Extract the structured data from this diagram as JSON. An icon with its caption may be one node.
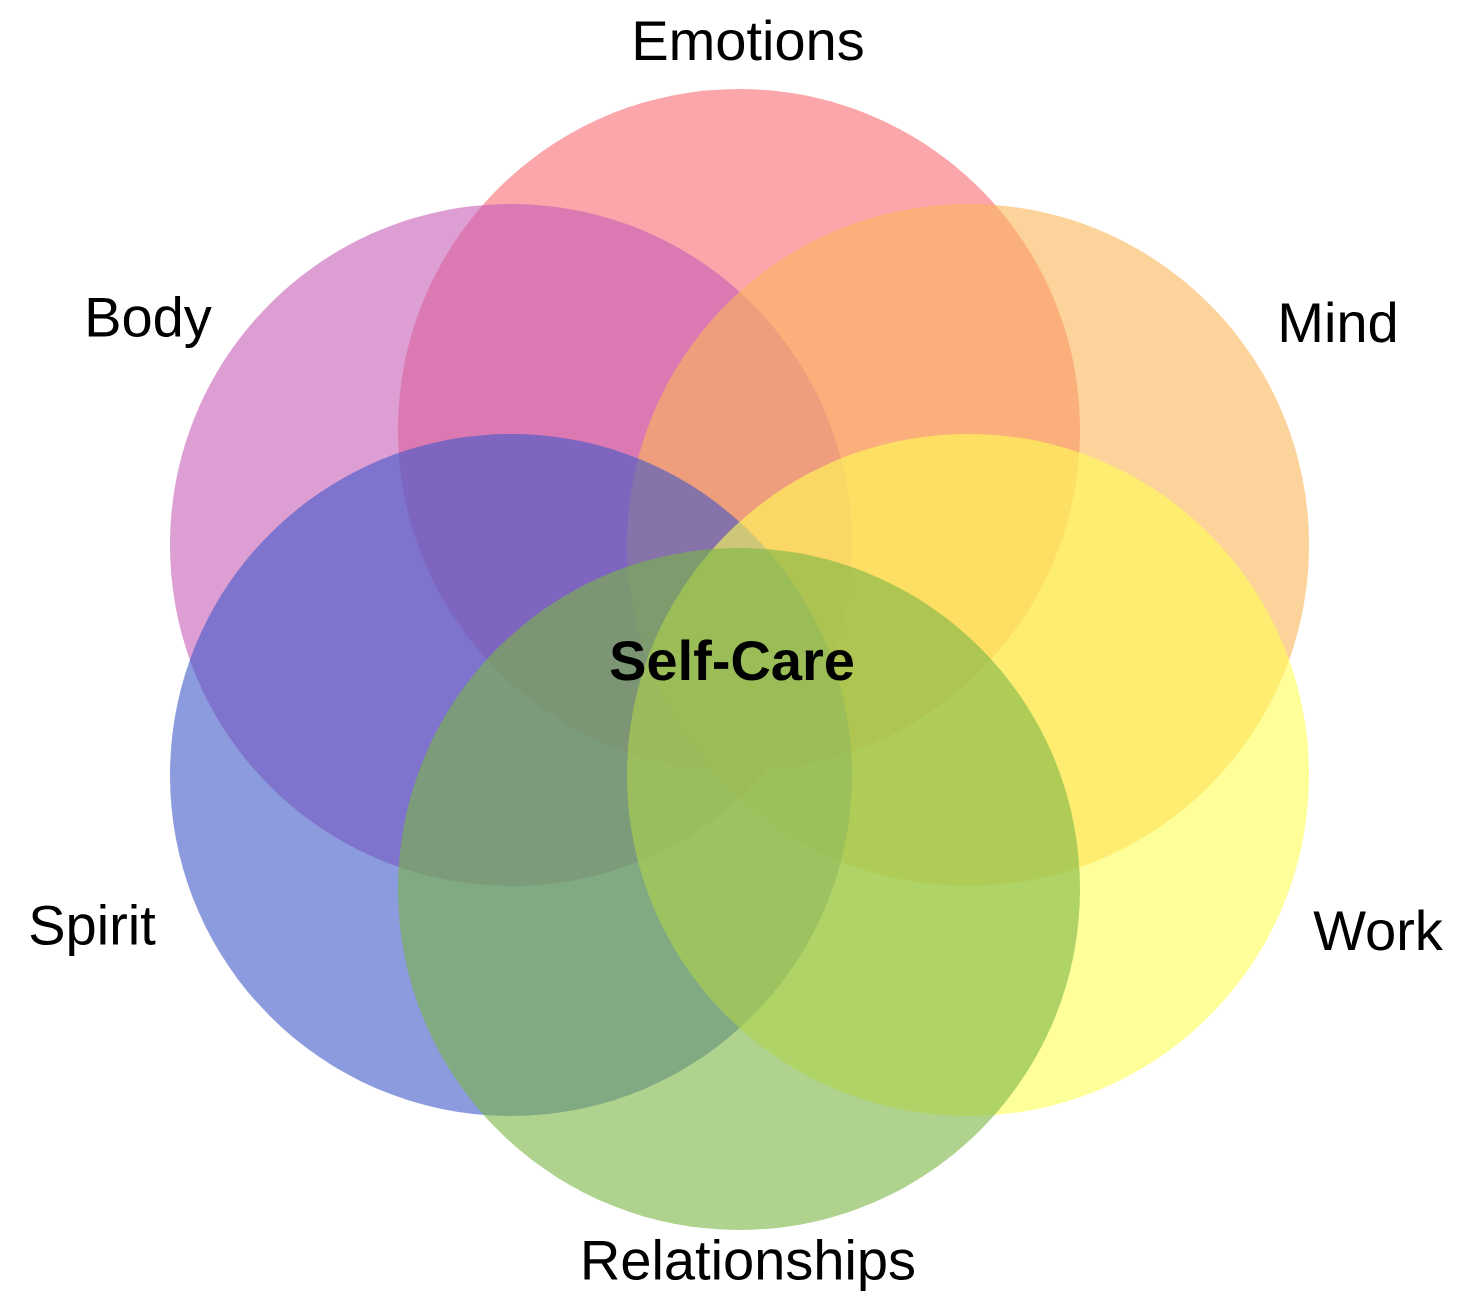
{
  "diagram": {
    "nodes": [
      {
        "text": [
          "Emotions"
        ]
      },
      {
        "text": [
          "Body"
        ]
      },
      {
        "text": [
          "Mind"
        ]
      },
      {
        "text": [
          "Spirit"
        ]
      },
      {
        "text": [
          "Work"
        ]
      },
      {
        "text": [
          "Relationships"
        ]
      }
    ],
    "labels": [
      "Self-Care"
    ]
  }
}
